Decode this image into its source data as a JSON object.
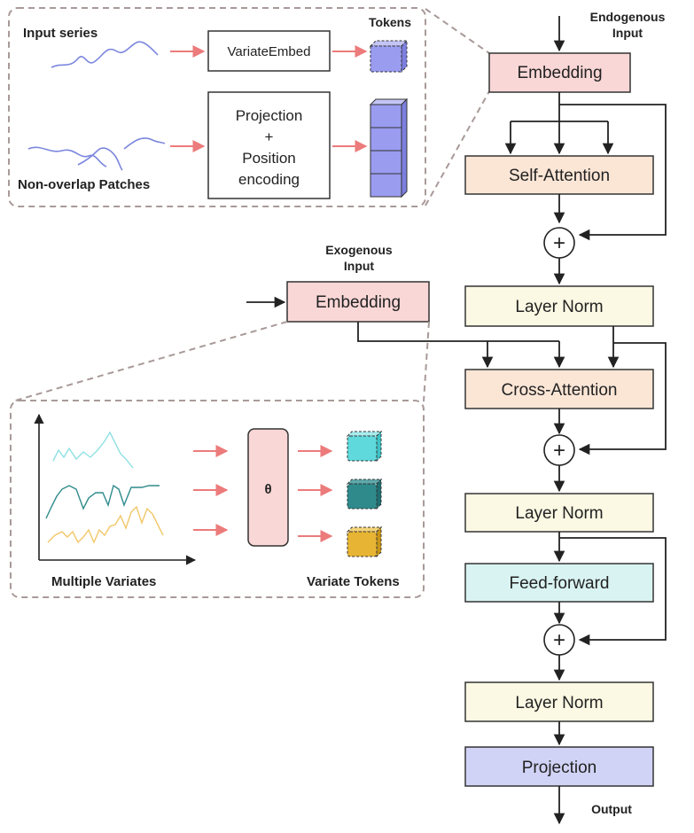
{
  "colors": {
    "embedding": "#f9d7d6",
    "attention": "#fbe6d6",
    "norm": "#fbf8e3",
    "feedforward": "#d9f3f2",
    "projection": "#d1d3f6",
    "token_purple": "#9a9cf0",
    "token_cyan": "#5fd9dc",
    "token_teal": "#2f8a8c",
    "token_gold": "#e8b433",
    "arrow_red": "#ec7b7b",
    "dashed_border": "#a89a98"
  },
  "main": {
    "endogenous_label_line1": "Endogenous",
    "endogenous_label_line2": "Input",
    "embedding": "Embedding",
    "self_attention": "Self-Attention",
    "layer_norm_1": "Layer Norm",
    "cross_attention": "Cross-Attention",
    "layer_norm_2": "Layer Norm",
    "feed_forward": "Feed-forward",
    "layer_norm_3": "Layer Norm",
    "projection": "Projection",
    "output": "Output",
    "plus_symbol": "+"
  },
  "exogenous": {
    "label_line1": "Exogenous",
    "label_line2": "Input",
    "embedding": "Embedding"
  },
  "endo_detail": {
    "input_series": "Input series",
    "non_overlap": "Non-overlap Patches",
    "variate_embed": "VariateEmbed",
    "tokens": "Tokens",
    "projection_line1": "Projection",
    "projection_line2": "+",
    "projection_line3": "Position",
    "projection_line4": "encoding"
  },
  "exo_detail": {
    "multiple_variates": "Multiple Variates",
    "variate_tokens": "Variate Tokens",
    "theta": "θ"
  }
}
